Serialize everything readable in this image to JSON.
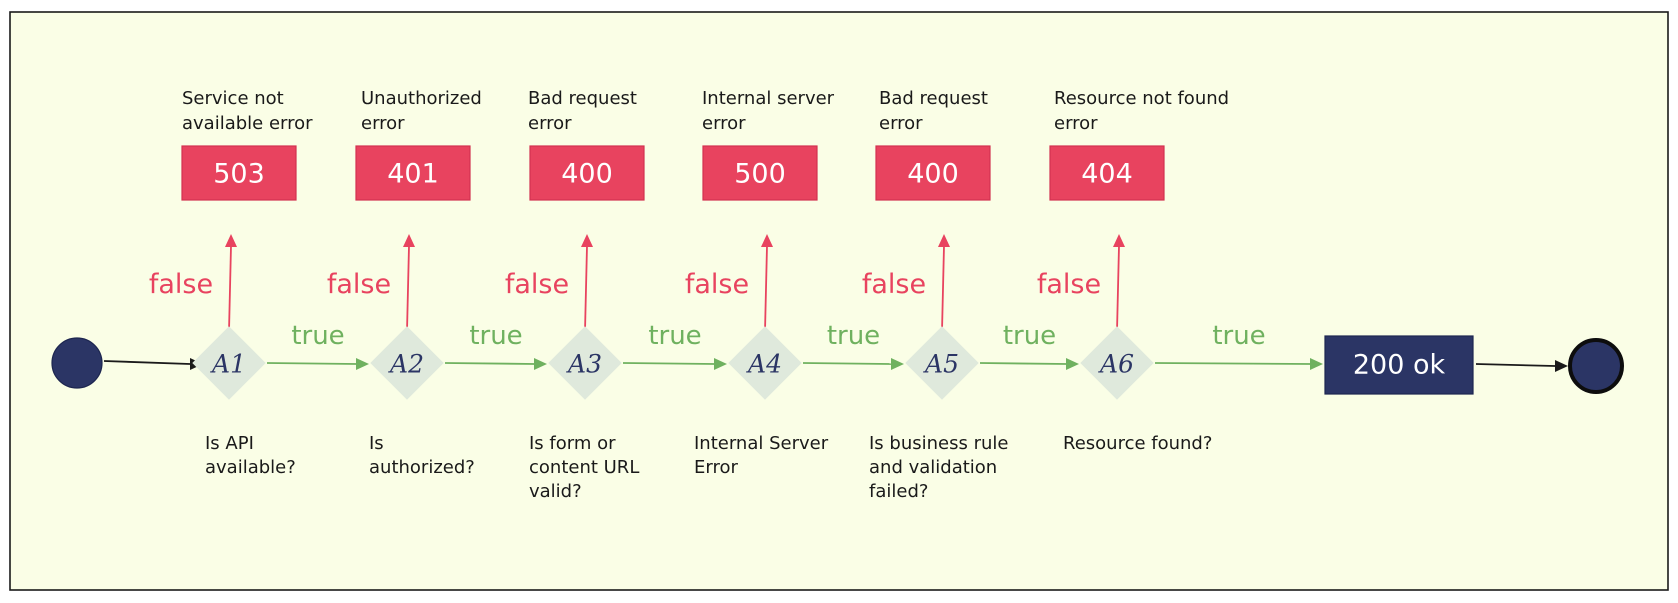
{
  "steps": [
    {
      "id": "A1",
      "condition": [
        "Is API",
        "available?"
      ],
      "code": "503",
      "error": [
        "Service not",
        "available error"
      ],
      "false_label": "false",
      "true_label": "true"
    },
    {
      "id": "A2",
      "condition": [
        "Is",
        "authorized?"
      ],
      "code": "401",
      "error": [
        "Unauthorized",
        "error"
      ],
      "false_label": "false",
      "true_label": "true"
    },
    {
      "id": "A3",
      "condition": [
        "Is form or",
        "content URL",
        "valid?"
      ],
      "code": "400",
      "error": [
        "Bad request",
        "error"
      ],
      "false_label": "false",
      "true_label": "true"
    },
    {
      "id": "A4",
      "condition": [
        "Internal Server",
        "Error"
      ],
      "code": "500",
      "error": [
        "Internal server",
        "error"
      ],
      "false_label": "false",
      "true_label": "true"
    },
    {
      "id": "A5",
      "condition": [
        "Is business rule",
        "and validation",
        "failed?"
      ],
      "code": "400",
      "error": [
        "Bad request",
        "error"
      ],
      "false_label": "false",
      "true_label": "true"
    },
    {
      "id": "A6",
      "condition": [
        "Resource found?"
      ],
      "code": "404",
      "error": [
        "Resource not found",
        "error"
      ],
      "false_label": "false",
      "true_label": "true"
    }
  ],
  "success": {
    "label": "200 ok"
  },
  "colors": {
    "background": "#fafee6",
    "error": "#e8435f",
    "success": "#2b3565",
    "true_arrow": "#6fb15f",
    "diamond": "#dfe9dc"
  }
}
